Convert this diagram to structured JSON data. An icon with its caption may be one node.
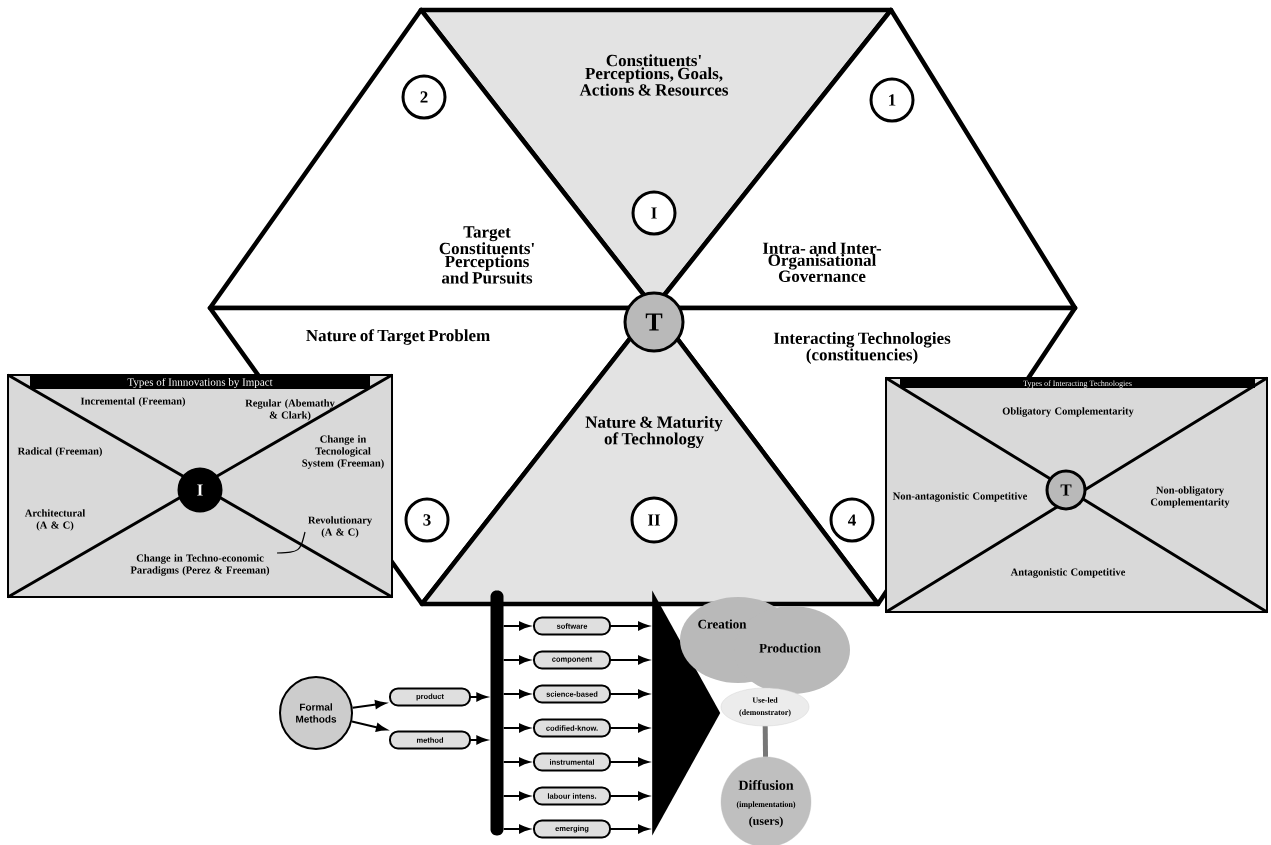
{
  "diagram": {
    "nodes": [
      {
        "text": [
          "Constituents' Perceptions, Goals, Actions & Resources"
        ]
      },
      {
        "text": [
          "I"
        ],
        "in": 0
      },
      {
        "text": [
          "Target Constituents' Perceptions and Pursuits"
        ]
      },
      {
        "text": [
          "2"
        ],
        "in": 2
      },
      {
        "text": [
          "Intra- and Inter-Organisational Governance"
        ]
      },
      {
        "text": [
          "1"
        ],
        "in": 4
      },
      {
        "text": [
          "T"
        ]
      },
      {
        "text": [
          "Nature of Target Problem"
        ]
      },
      {
        "text": [
          "3"
        ],
        "in": 7
      },
      {
        "text": [
          "Interacting Technologies (constituencies)"
        ]
      },
      {
        "text": [
          "4"
        ],
        "in": 9
      },
      {
        "text": [
          "Nature & Maturity of Technology"
        ]
      },
      {
        "text": [
          "II"
        ],
        "in": 11
      },
      {
        "text": [
          "Types of Innnovations by Impact",
          "Incremental (Freeman)",
          "Regular (Abemathy & Clark)",
          "Radical (Freeman)",
          "Change in Tecnological System (Freeman)",
          "Architectural (A & C)",
          "Revolutionary (A & C)",
          "Change in Techno-economic Paradigms (Perez & Freeman)"
        ]
      },
      {
        "text": [
          "I"
        ],
        "in": 13
      },
      {
        "text": [
          "Types of Interacting Technologies",
          "Obligatory Complementarity",
          "Non-antagonistic Competitive",
          "Non-obligatory Complementarity",
          "Antagonistic Competitive"
        ]
      },
      {
        "text": [
          "T"
        ],
        "in": 15
      },
      {
        "text": [
          "Formal Methods"
        ]
      },
      {
        "text": [
          "product"
        ]
      },
      {
        "text": [
          "method"
        ]
      },
      {
        "text": [],
        "shape": "bar"
      },
      {
        "text": [
          "software"
        ]
      },
      {
        "text": [
          "component"
        ]
      },
      {
        "text": [
          "science-based"
        ]
      },
      {
        "text": [
          "codified-know."
        ]
      },
      {
        "text": [
          "instrumental"
        ]
      },
      {
        "text": [
          "labour intens."
        ]
      },
      {
        "text": [
          "emerging"
        ]
      },
      {
        "text": [],
        "shape": "triangle"
      },
      {
        "text": [
          "Creation",
          "Production"
        ]
      },
      {
        "text": [
          "Use-led",
          "(demonstrator)"
        ]
      },
      {
        "text": [
          "Diffusion",
          "(implementation)",
          "(users)"
        ]
      }
    ],
    "edges": [
      {
        "from": 17,
        "to": 18,
        "arrow": "to"
      },
      {
        "from": 17,
        "to": 19,
        "arrow": "to"
      },
      {
        "from": 18,
        "to": 20,
        "arrow": "to"
      },
      {
        "from": 19,
        "to": 20,
        "arrow": "to"
      },
      {
        "from": 20,
        "to": 21,
        "arrow": "to"
      },
      {
        "from": 20,
        "to": 22,
        "arrow": "to"
      },
      {
        "from": 20,
        "to": 23,
        "arrow": "to"
      },
      {
        "from": 20,
        "to": 24,
        "arrow": "to"
      },
      {
        "from": 20,
        "to": 25,
        "arrow": "to"
      },
      {
        "from": 20,
        "to": 26,
        "arrow": "to"
      },
      {
        "from": 20,
        "to": 27,
        "arrow": "to"
      },
      {
        "from": 21,
        "to": 28,
        "arrow": "to"
      },
      {
        "from": 22,
        "to": 28,
        "arrow": "to"
      },
      {
        "from": 23,
        "to": 28,
        "arrow": "to"
      },
      {
        "from": 24,
        "to": 28,
        "arrow": "to"
      },
      {
        "from": 25,
        "to": 28,
        "arrow": "to"
      },
      {
        "from": 26,
        "to": 28,
        "arrow": "to"
      },
      {
        "from": 27,
        "to": 28,
        "arrow": "to"
      },
      {
        "from": 30,
        "to": 31,
        "arrow": "none",
        "style": "thick",
        "color": "#777777"
      }
    ]
  }
}
